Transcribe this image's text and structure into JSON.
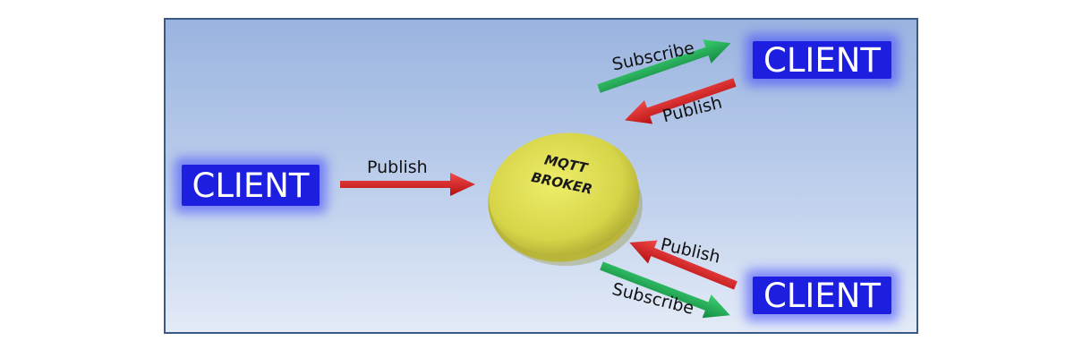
{
  "diagram": {
    "clients": [
      {
        "label": "CLIENT"
      },
      {
        "label": "CLIENT"
      },
      {
        "label": "CLIENT"
      }
    ],
    "broker": {
      "line1": "MQTT",
      "line2": "BROKER"
    },
    "arrows": {
      "left_publish": "Publish",
      "top_subscribe": "Subscribe",
      "top_publish": "Publish",
      "bottom_publish": "Publish",
      "bottom_subscribe": "Subscribe"
    },
    "colors": {
      "client_fill": "#1d1fe0",
      "publish_arrow": "#d81e1e",
      "subscribe_arrow": "#1fa050",
      "broker_fill": "#d9d94a",
      "background_top": "#9ab4e0",
      "background_bottom": "#e3ebf7",
      "border": "#3a5a86"
    }
  }
}
